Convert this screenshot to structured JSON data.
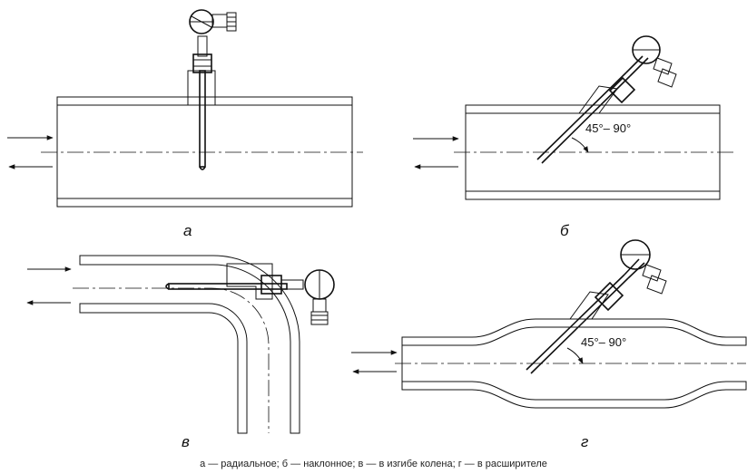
{
  "figures": {
    "a": {
      "label": "а"
    },
    "b": {
      "label": "б",
      "angle": "45°– 90°"
    },
    "v": {
      "label": "в"
    },
    "g": {
      "label": "г",
      "angle": "45°– 90°"
    }
  },
  "caption": "а — радиальное; б — наклонное; в — в изгибе колена; г — в расширителе"
}
